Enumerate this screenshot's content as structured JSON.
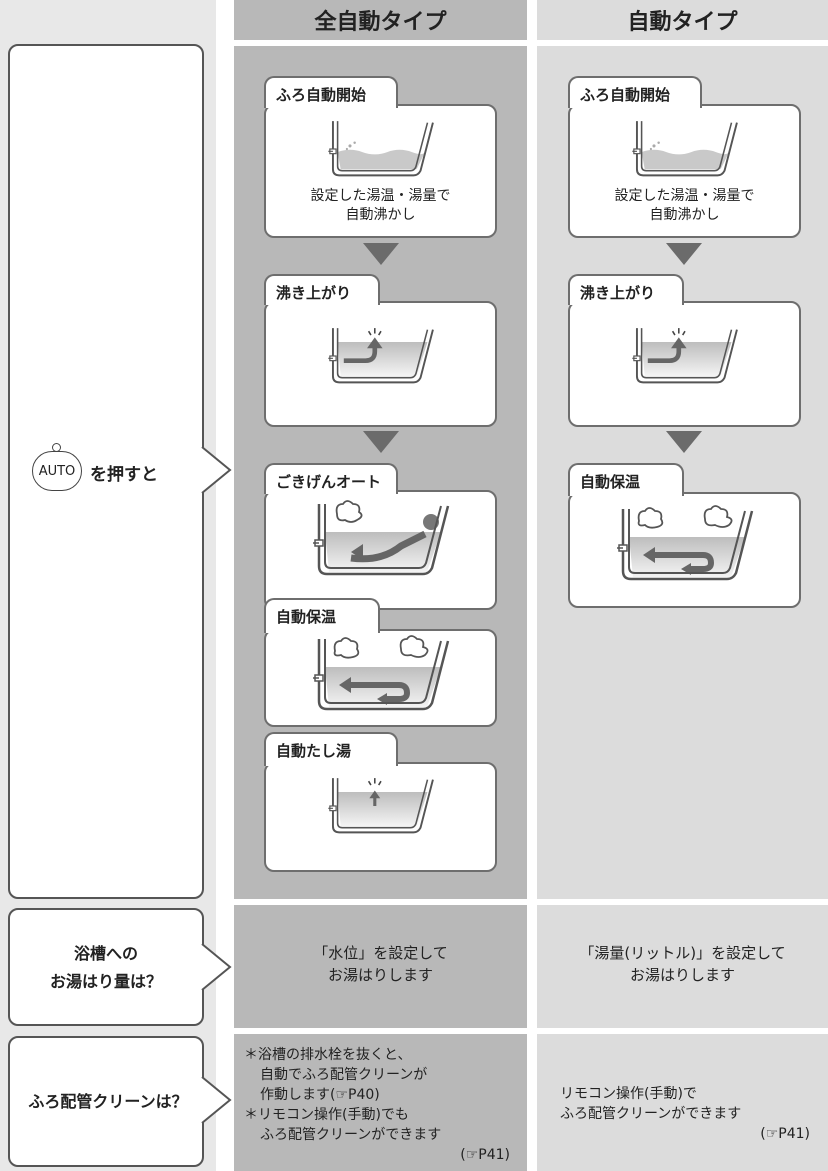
{
  "headers": {
    "full_auto": "全自動タイプ",
    "auto": "自動タイプ"
  },
  "left_labels": {
    "press_pre": "AUTO",
    "press_post": "を押すと",
    "fill_amount_1": "浴槽への",
    "fill_amount_2": "お湯はり量は？",
    "pipe_clean": "ふろ配管クリーンは？"
  },
  "full_auto": {
    "steps": [
      {
        "title": "ふろ自動開始",
        "desc1": "設定した湯温・湯量で",
        "desc2": "自動沸かし"
      },
      {
        "title": "沸き上がり"
      },
      {
        "title": "ごきげんオート"
      },
      {
        "title": "自動保温"
      },
      {
        "title": "自動たし湯"
      }
    ],
    "fill_1": "「水位」を設定して",
    "fill_2": "お湯はりします",
    "notes": [
      "＊浴槽の排水栓を抜くと、",
      "自動でふろ配管クリーンが",
      "作動します(☞P40)",
      "＊リモコン操作(手動)でも",
      "ふろ配管クリーンができます",
      "(☞P41)"
    ]
  },
  "auto": {
    "steps": [
      {
        "title": "ふろ自動開始",
        "desc1": "設定した湯温・湯量で",
        "desc2": "自動沸かし"
      },
      {
        "title": "沸き上がり"
      },
      {
        "title": "自動保温"
      }
    ],
    "fill_1": "「湯量(リットル)」を設定して",
    "fill_2": "お湯はりします",
    "clean_1": "リモコン操作(手動)で",
    "clean_2": "ふろ配管クリーンができます",
    "clean_3": "(☞P41)"
  },
  "colors": {
    "left_bg": "#e8e8e8",
    "full_bg": "#b8b8b8",
    "auto_bg": "#dcdcdc",
    "water": "#c9c9c9",
    "arrow": "#6b6b6b"
  }
}
